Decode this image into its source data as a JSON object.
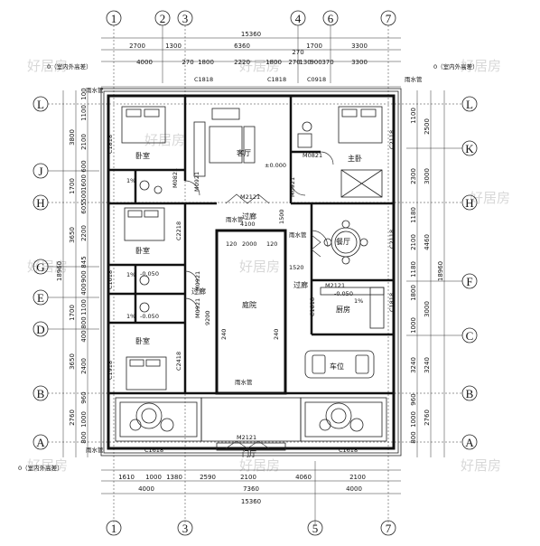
{
  "axes_top": [
    "1",
    "2",
    "3",
    "4",
    "6",
    "7"
  ],
  "axes_bottom": [
    "1",
    "3",
    "5",
    "7"
  ],
  "axes_left": [
    "L",
    "J",
    "H",
    "G",
    "E",
    "D",
    "B",
    "A"
  ],
  "axes_right": [
    "L",
    "K",
    "H",
    "F",
    "C",
    "B",
    "A"
  ],
  "dims_top": {
    "total": "15360",
    "row1": [
      "2700",
      "1300",
      "6360",
      "1700",
      "3300"
    ],
    "row2": [
      "4000",
      "270",
      "1800",
      "2220",
      "1800",
      "270",
      "130",
      "900",
      "370",
      "3300"
    ],
    "small": "270"
  },
  "dims_bottom": {
    "row1": [
      "1610",
      "1000",
      "1380",
      "2590",
      "2100",
      "4060",
      "2100"
    ],
    "row2": [
      "4000",
      "7360",
      "4000"
    ],
    "total": "15360"
  },
  "dims_left": {
    "total": "18960",
    "row_a": [
      "3800",
      "1700",
      "3650",
      "1700",
      "3650",
      "2760"
    ],
    "row_b": [
      "100",
      "1100",
      "2100",
      "600",
      "1600",
      "500",
      "605",
      "2200",
      "845",
      "900",
      "400",
      "1100",
      "800",
      "400",
      "2400",
      "960",
      "1000",
      "800"
    ]
  },
  "dims_right": {
    "total": "18960",
    "row_a": [
      "2500",
      "3000",
      "4460",
      "3000",
      "3240",
      "2760"
    ],
    "row_b": [
      "1100",
      "2300",
      "1180",
      "2100",
      "1180",
      "1800",
      "1000",
      "3240",
      "960",
      "1000",
      "800"
    ]
  },
  "rooms": {
    "bedroom1": "卧室",
    "bedroom2": "卧室",
    "bedroom3": "卧室",
    "master": "主卧",
    "living": "客厅",
    "corridor1": "过廊",
    "corridor2": "过廊",
    "corridor3": "过廊",
    "dining": "餐厅",
    "kitchen": "厨房",
    "garage": "车位",
    "courtyard": "庭院",
    "entrance": "门厅"
  },
  "tags": {
    "c1818a": "C1818",
    "c1818b": "C1818",
    "c0918": "C0918",
    "m2121_top": "M2121",
    "m2121_kitchen": "M2121",
    "m2121_bottom": "M2121",
    "m0821_a": "M0821",
    "m0821_b": "M0821",
    "m0921_a": "M0921",
    "m0921_b": "M0921",
    "m0921_c": "M0921",
    "m0921_d": "M0921",
    "c2218": "C2218",
    "c2418": "C2418",
    "c1818_left": "C1818",
    "c1818_right": "C1818",
    "c2118": "C2118",
    "c1818_kitchen": "C1818",
    "c1018": "C1018",
    "c1918": "C1918",
    "c2118_r": "C2118",
    "c1618_b1": "C1618",
    "c1618_b2": "C1618",
    "lvl0": "±0.000",
    "lvl_k": "-0.050",
    "lvl_b1": "-0.050",
    "lvl_b2": "-0.050",
    "slope1": "1%",
    "slope2": "1%",
    "slope3": "1%",
    "slope4": "1%",
    "d4100": "4100",
    "d2000": "2000",
    "d120a": "120",
    "d120b": "120",
    "d1520": "1520",
    "d9200": "9200",
    "d1500": "1500",
    "d240a": "240",
    "d240b": "240",
    "drain1": "雨水管",
    "drain2": "雨水管",
    "drain3": "雨水管",
    "drain4": "雨水管",
    "drain5": "雨水管",
    "drain6": "雨水管",
    "outdoor_tl": "0（室内外高差）",
    "outdoor_bl": "0（室内外高差）",
    "outdoor_tr": "0（室内外高差）"
  },
  "watermark": "好居房"
}
